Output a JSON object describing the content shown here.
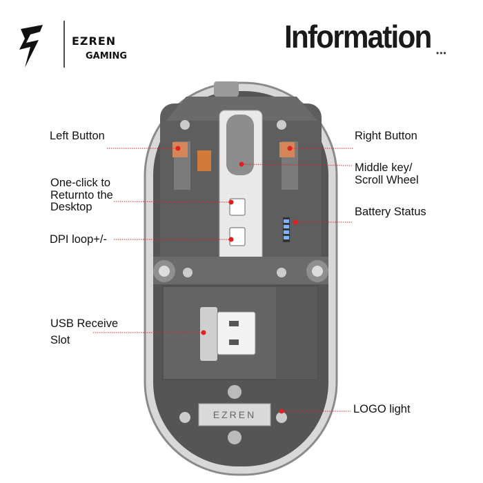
{
  "brand": {
    "name": "EZREN",
    "subtitle": "GAMING",
    "logo_icon": "lightning-bolt-logo"
  },
  "header": {
    "title": "Information",
    "ellipsis": "•••"
  },
  "product": {
    "logo_plate_text": "EZREN"
  },
  "callouts": {
    "left_button": "Left Button",
    "right_button": "Right Button",
    "middle_key": "Middle key/\nScroll Wheel",
    "one_click": "One-click to\nReturnto the\nDesktop",
    "battery_status": "Battery Status",
    "dpi_loop": "DPI loop+/-",
    "usb_slot": "USB Receive\nSlot",
    "logo_light": "LOGO light"
  },
  "colors": {
    "callout_red": "#e02020",
    "body_gray": "#4a4a4a"
  }
}
